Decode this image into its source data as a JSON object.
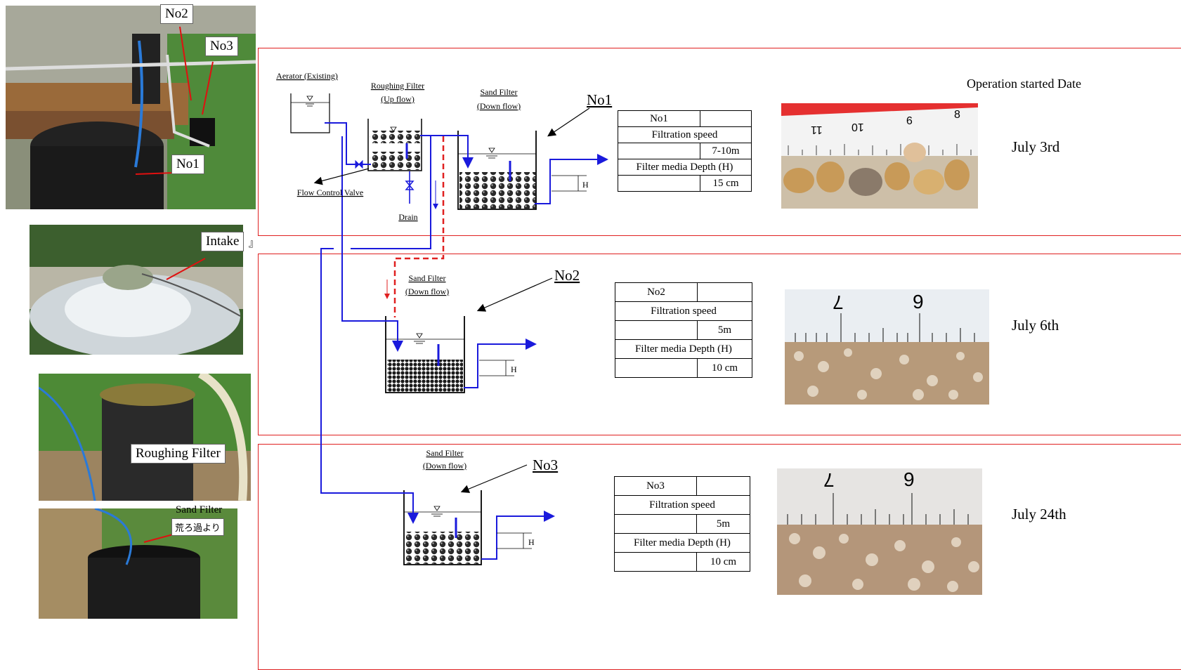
{
  "photos": {
    "site": {
      "labels": [
        "No2",
        "No3",
        "No1"
      ]
    },
    "intake": {
      "label": "Intake",
      "stray_char": "』"
    },
    "roughing": {
      "label": "Roughing Filter"
    },
    "sand": {
      "label": "Sand Filter",
      "sublabel": "荒ろ過より"
    }
  },
  "diagram": {
    "aerator": "Aerator (Existing)",
    "roughing_title": "Roughing Filter",
    "roughing_sub": "(Up flow)",
    "sand1_title": "Sand Filter",
    "sand1_sub": "(Down flow)",
    "sand2_title": "Sand Filter",
    "sand2_sub": "(Down flow)",
    "sand3_title": "Sand Filter",
    "sand3_sub": "(Down flow)",
    "valve": "Flow Control Valve",
    "drain": "Drain",
    "h_label": "H",
    "no1": "No1",
    "no2": "No2",
    "no3": "No3"
  },
  "operation_header": "Operation started Date",
  "filters": [
    {
      "id": "No1",
      "speed_label": "Filtration speed",
      "speed": "7-10m",
      "depth_label": "Filter media Depth (H)",
      "depth": "15 cm",
      "date": "July 3rd"
    },
    {
      "id": "No2",
      "speed_label": "Filtration speed",
      "speed": "5m",
      "depth_label": "Filter media Depth (H)",
      "depth": "10 cm",
      "date": "July 6th"
    },
    {
      "id": "No3",
      "speed_label": "Filtration speed",
      "speed": "5m",
      "depth_label": "Filter media Depth (H)",
      "depth": "10 cm",
      "date": "July 24th"
    }
  ],
  "rulers": {
    "no1": [
      "11",
      "10",
      "9",
      "8"
    ],
    "no2": [
      "7",
      "9"
    ],
    "no3": [
      "7",
      "9"
    ]
  },
  "colors": {
    "section_border": "#e02020",
    "pipe": "#1a1adc",
    "dashed_pipe": "#e02020"
  }
}
